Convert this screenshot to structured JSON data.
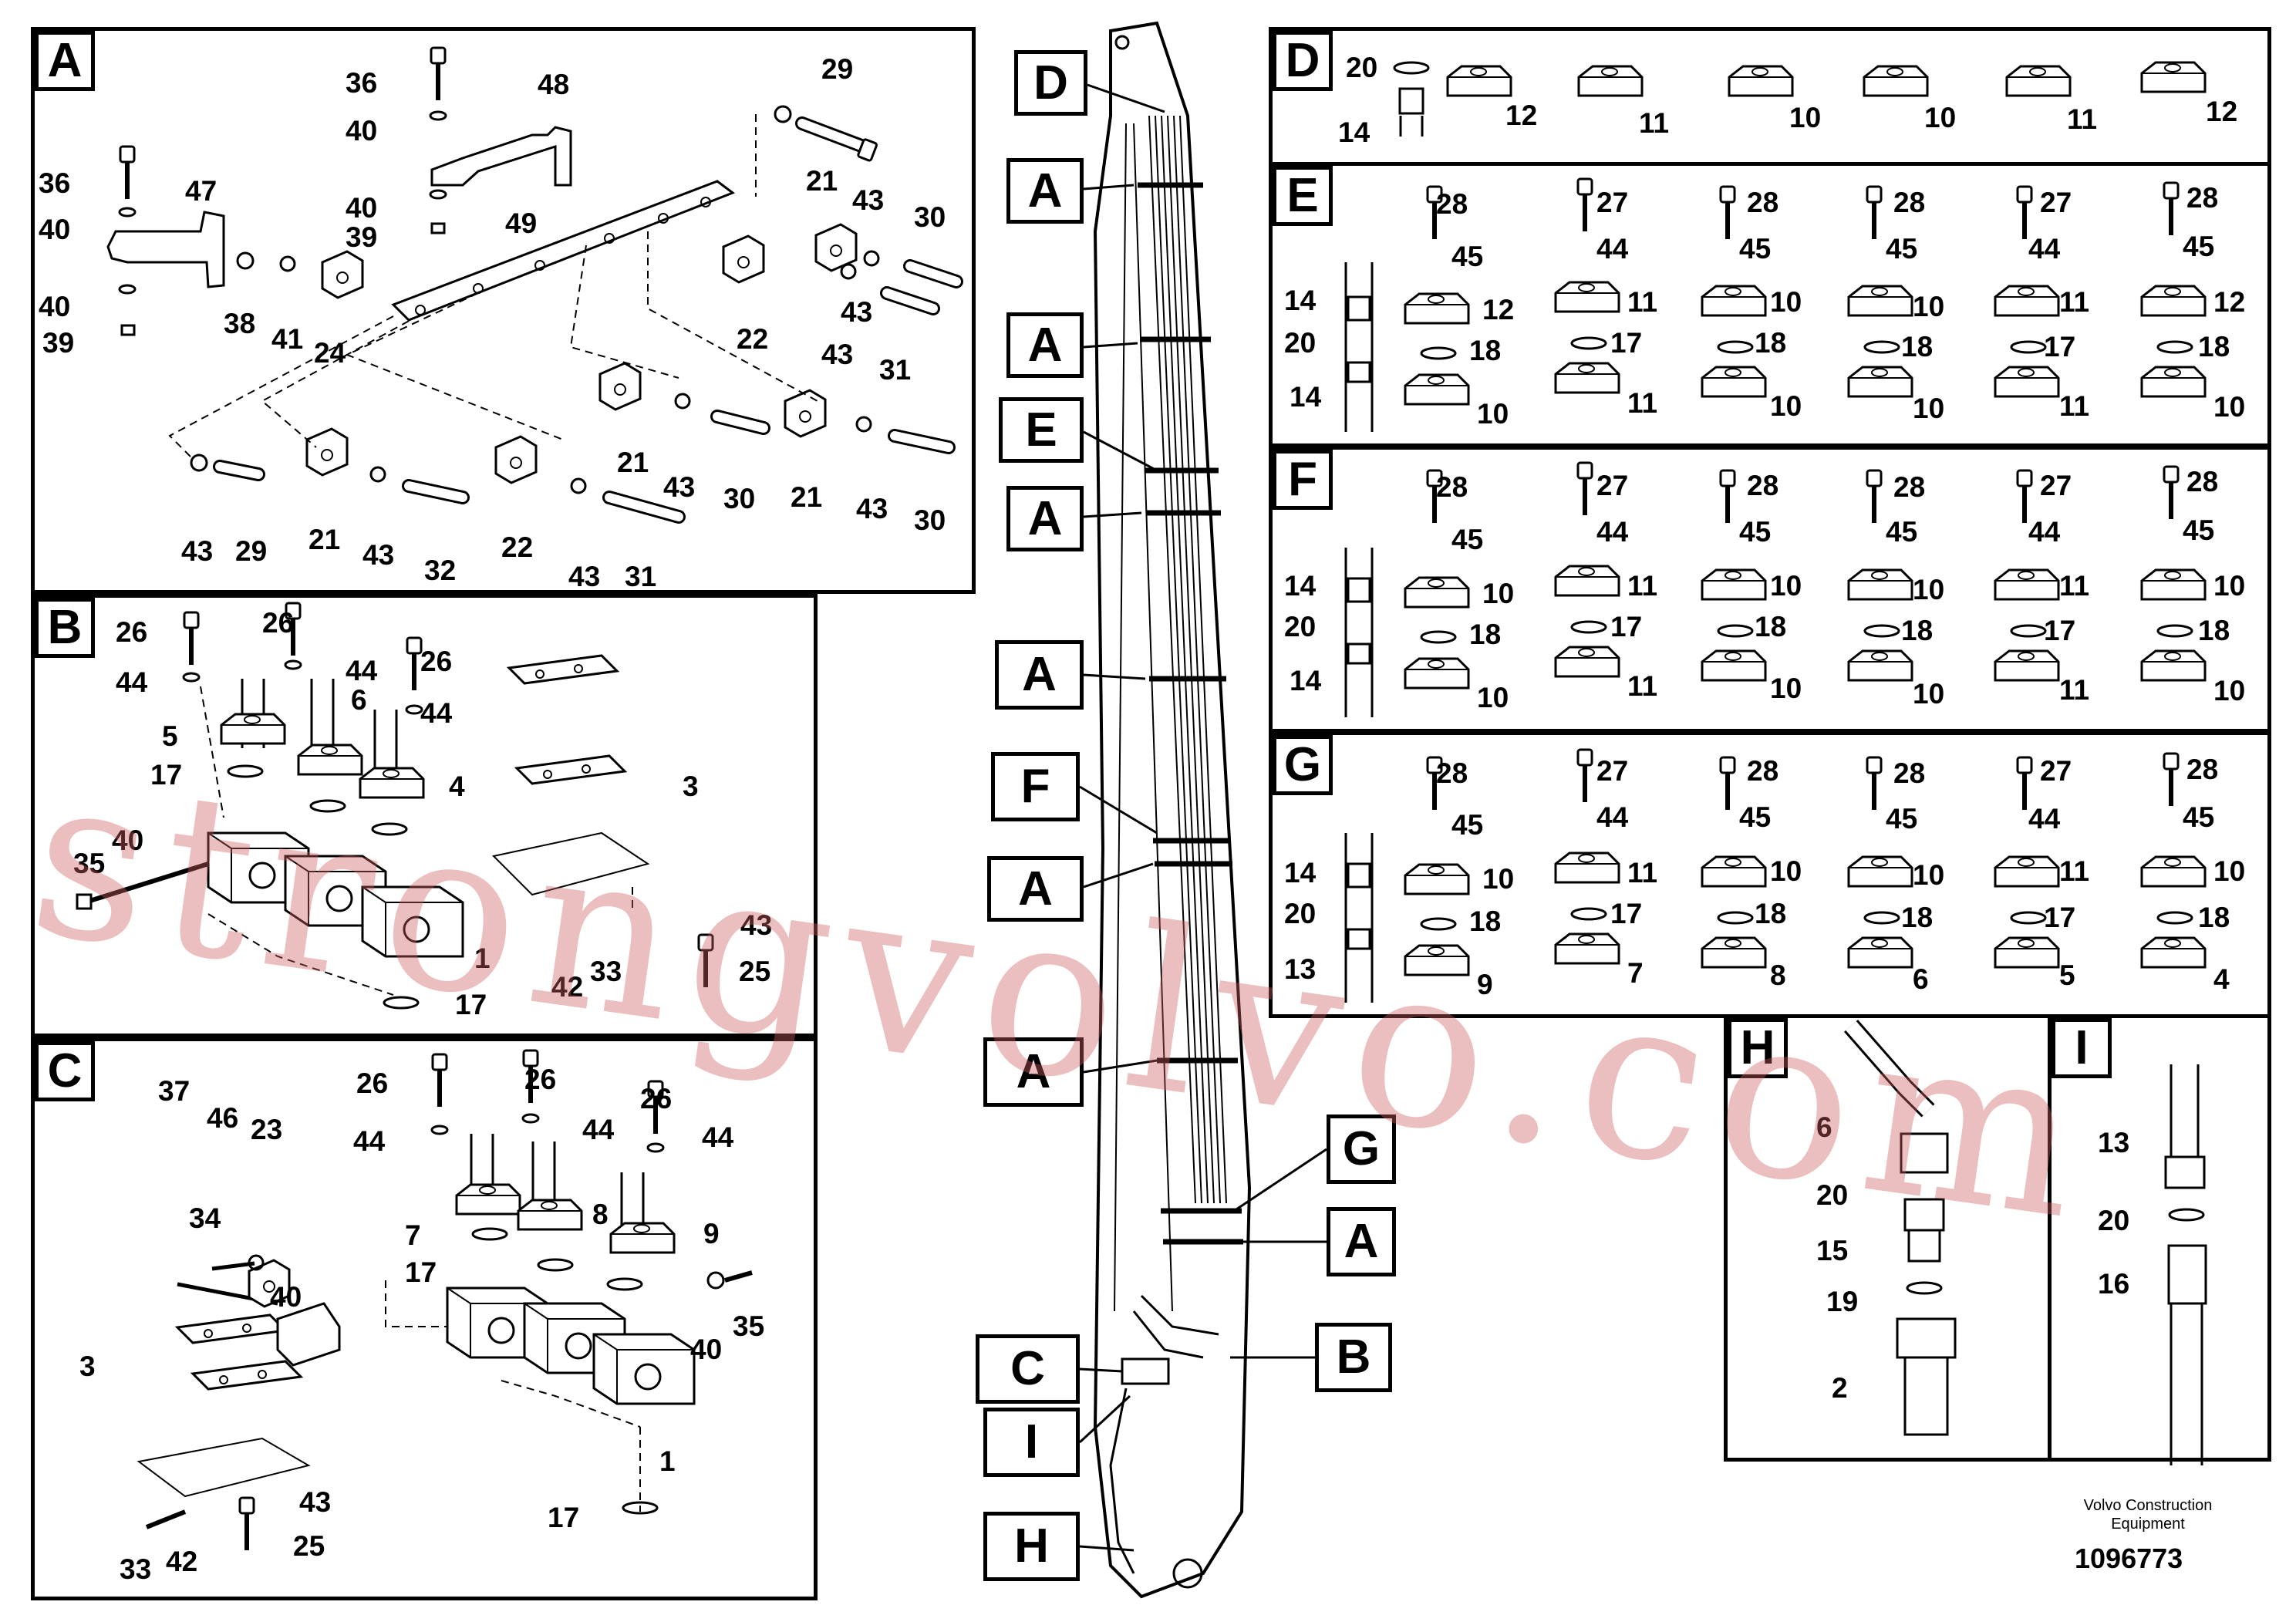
{
  "panels": {
    "A": {
      "label": "A",
      "numbers": [
        "36",
        "40",
        "40",
        "39",
        "36",
        "40",
        "47",
        "40",
        "39",
        "48",
        "49",
        "38",
        "41",
        "24",
        "22",
        "43",
        "29",
        "21",
        "43",
        "30",
        "43",
        "31",
        "21",
        "43",
        "30",
        "21",
        "43",
        "30",
        "43",
        "29",
        "21",
        "43",
        "32",
        "22",
        "43",
        "31"
      ]
    },
    "B": {
      "label": "B",
      "numbers": [
        "26",
        "44",
        "26",
        "44",
        "26",
        "44",
        "5",
        "6",
        "17",
        "4",
        "3",
        "35",
        "40",
        "1",
        "42",
        "33",
        "43",
        "25",
        "17"
      ]
    },
    "C": {
      "label": "C",
      "numbers": [
        "37",
        "46",
        "23",
        "34",
        "40",
        "26",
        "44",
        "26",
        "44",
        "26",
        "44",
        "7",
        "8",
        "17",
        "9",
        "3",
        "40",
        "35",
        "1",
        "17",
        "43",
        "33",
        "42",
        "25"
      ]
    },
    "D": {
      "label": "D",
      "numbers": [
        "20",
        "14",
        "12",
        "11",
        "10",
        "10",
        "11",
        "12"
      ]
    },
    "E": {
      "label": "E",
      "numbers": [
        "28",
        "45",
        "14",
        "12",
        "20",
        "18",
        "14",
        "10",
        "27",
        "44",
        "11",
        "17",
        "11",
        "28",
        "45",
        "10",
        "18",
        "10",
        "28",
        "45",
        "10",
        "18",
        "10",
        "27",
        "44",
        "11",
        "17",
        "11",
        "28",
        "45",
        "12",
        "18",
        "10"
      ]
    },
    "F": {
      "label": "F",
      "numbers": [
        "28",
        "45",
        "14",
        "10",
        "20",
        "18",
        "14",
        "10",
        "27",
        "44",
        "11",
        "17",
        "11",
        "28",
        "45",
        "10",
        "18",
        "10",
        "28",
        "45",
        "10",
        "18",
        "10",
        "27",
        "44",
        "11",
        "17",
        "11",
        "28",
        "45",
        "10",
        "18",
        "10"
      ]
    },
    "G": {
      "label": "G",
      "numbers": [
        "28",
        "45",
        "14",
        "10",
        "20",
        "18",
        "13",
        "9",
        "27",
        "44",
        "11",
        "17",
        "7",
        "28",
        "45",
        "10",
        "18",
        "8",
        "28",
        "45",
        "10",
        "18",
        "6",
        "27",
        "44",
        "11",
        "17",
        "5",
        "28",
        "45",
        "10",
        "18",
        "4"
      ]
    },
    "H": {
      "label": "H",
      "numbers": [
        "6",
        "20",
        "15",
        "19",
        "2"
      ]
    },
    "I": {
      "label": "I",
      "numbers": [
        "13",
        "20",
        "16"
      ]
    }
  },
  "boom_tags": [
    "D",
    "A",
    "A",
    "E",
    "A",
    "A",
    "F",
    "A",
    "A",
    "G",
    "A",
    "C",
    "B",
    "I",
    "H"
  ],
  "watermark": "strongvolvo.com",
  "footer": {
    "brand_line1": "Volvo Construction",
    "brand_line2": "Equipment",
    "doc_number": "1096773"
  }
}
